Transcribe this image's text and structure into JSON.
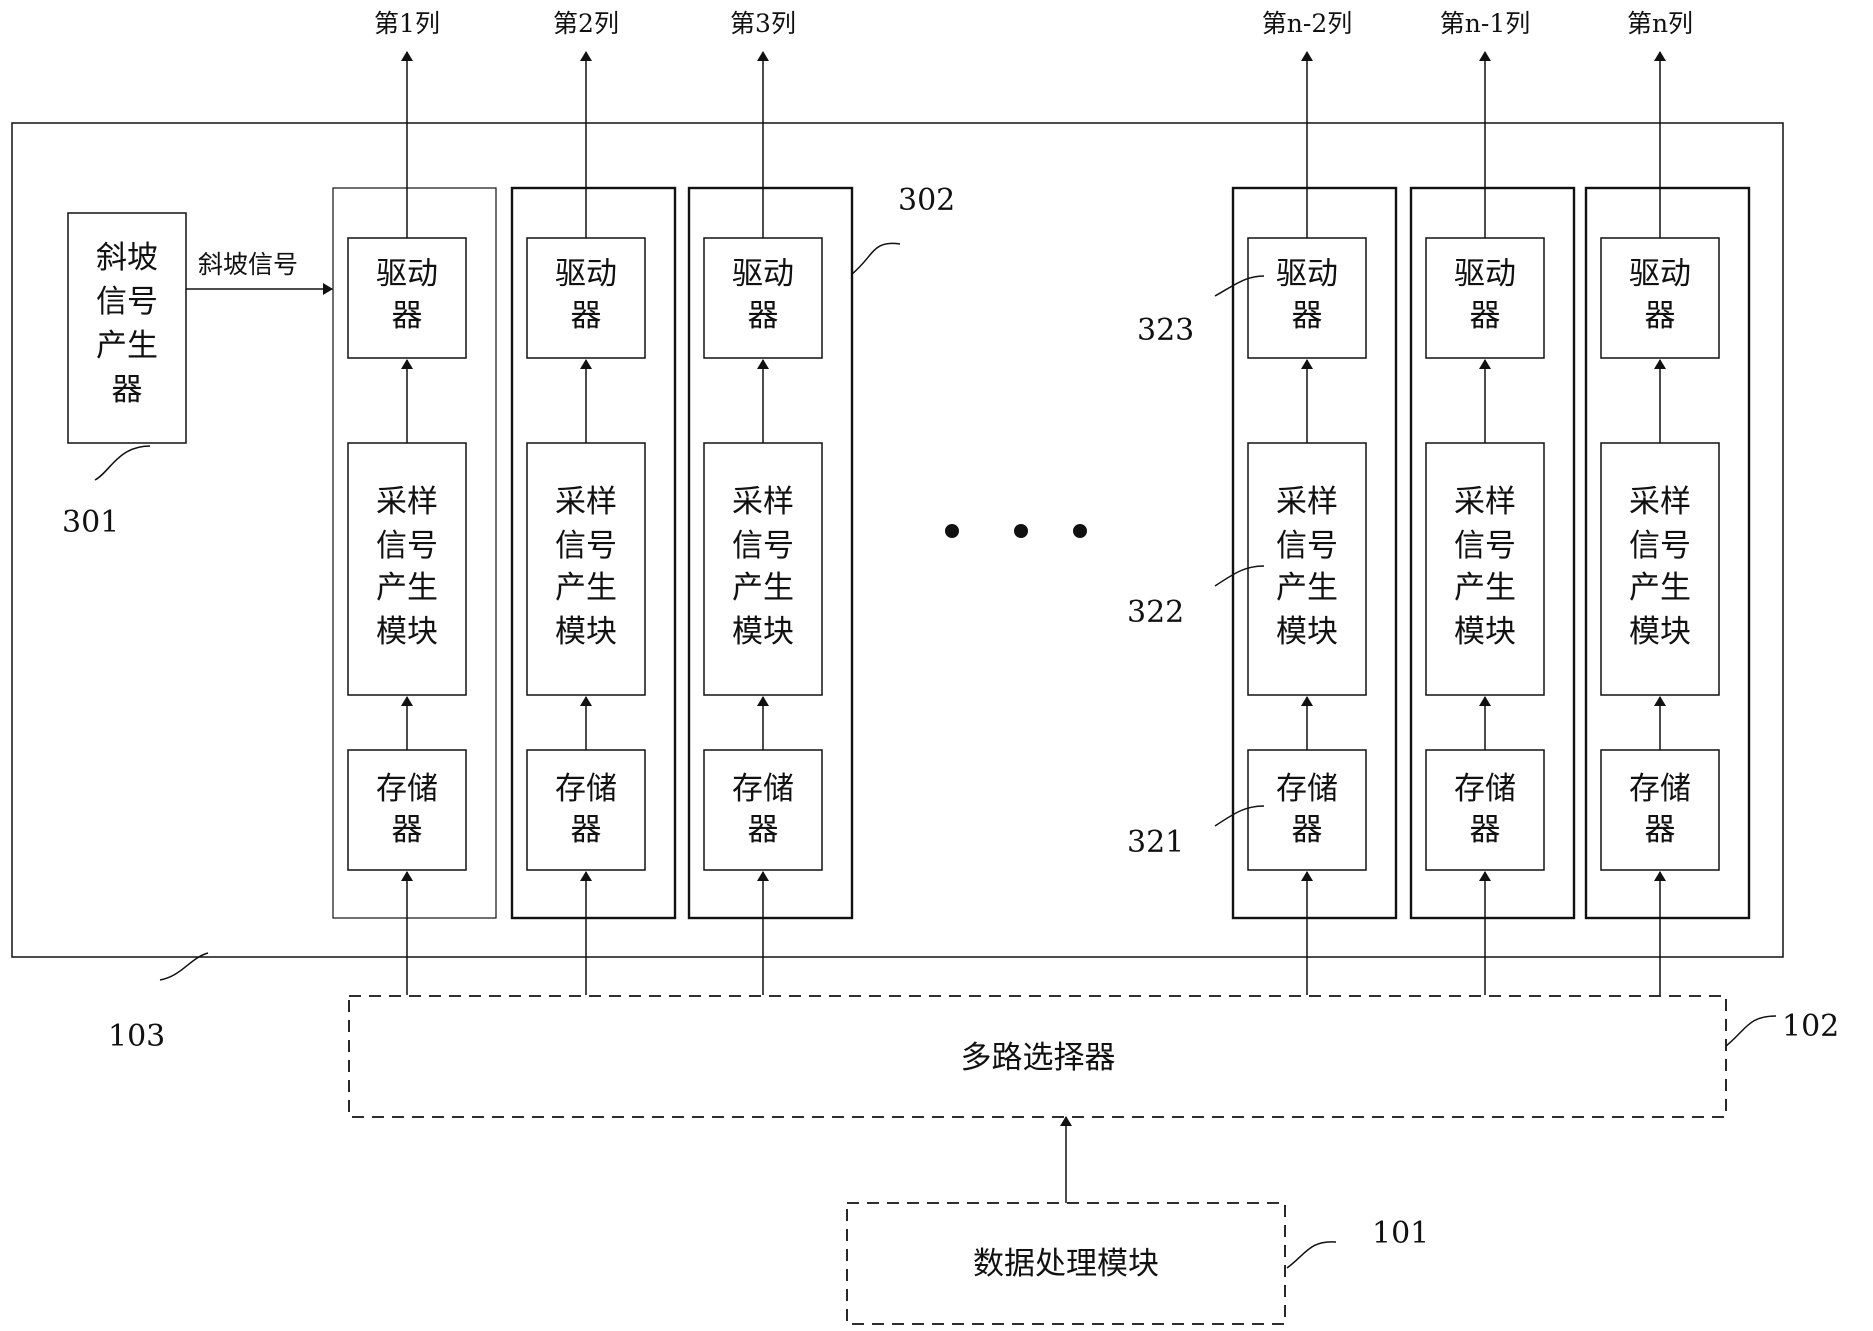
{
  "columns": [
    {
      "label": "第1列"
    },
    {
      "label": "第2列"
    },
    {
      "label": "第3列"
    },
    {
      "label": "第n-2列"
    },
    {
      "label": "第n-1列"
    },
    {
      "label": "第n列"
    }
  ],
  "column_blocks": {
    "driver": [
      "驱动",
      "器"
    ],
    "sampling": [
      "采样",
      "信号",
      "产生",
      "模块"
    ],
    "memory": [
      "存储",
      "器"
    ]
  },
  "ramp_generator": {
    "lines": [
      "斜坡",
      "信号",
      "产生",
      "器"
    ],
    "output_signal": "斜坡信号"
  },
  "multiplexer": {
    "label": "多路选择器"
  },
  "data_processing": {
    "label": "数据处理模块"
  },
  "ellipsis": "• • •",
  "refs": {
    "r101": "101",
    "r102": "102",
    "r103": "103",
    "r301": "301",
    "r302": "302",
    "r321": "321",
    "r322": "322",
    "r323": "323"
  }
}
